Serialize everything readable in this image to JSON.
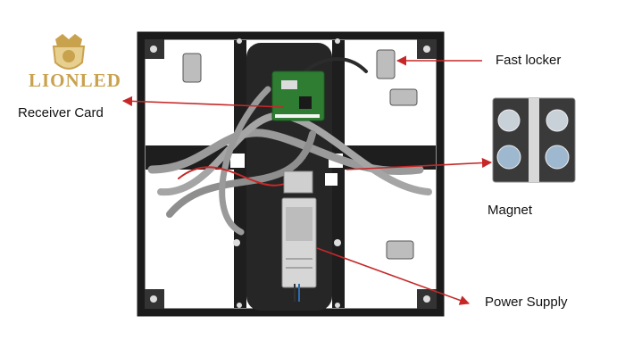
{
  "labels": {
    "receiver_card": "Receiver Card",
    "fast_locker": "Fast locker",
    "magnet": "Magnet",
    "power_supply": "Power Supply"
  },
  "logo": {
    "text": "LIONLED",
    "icon": "lion-crown-shield-icon"
  },
  "colors": {
    "arrow": "#c62828",
    "frame": "#1b1b1b",
    "logo_gold": "#c9a24e",
    "cable": "#9a9a9a",
    "board": "#2e7d32"
  }
}
